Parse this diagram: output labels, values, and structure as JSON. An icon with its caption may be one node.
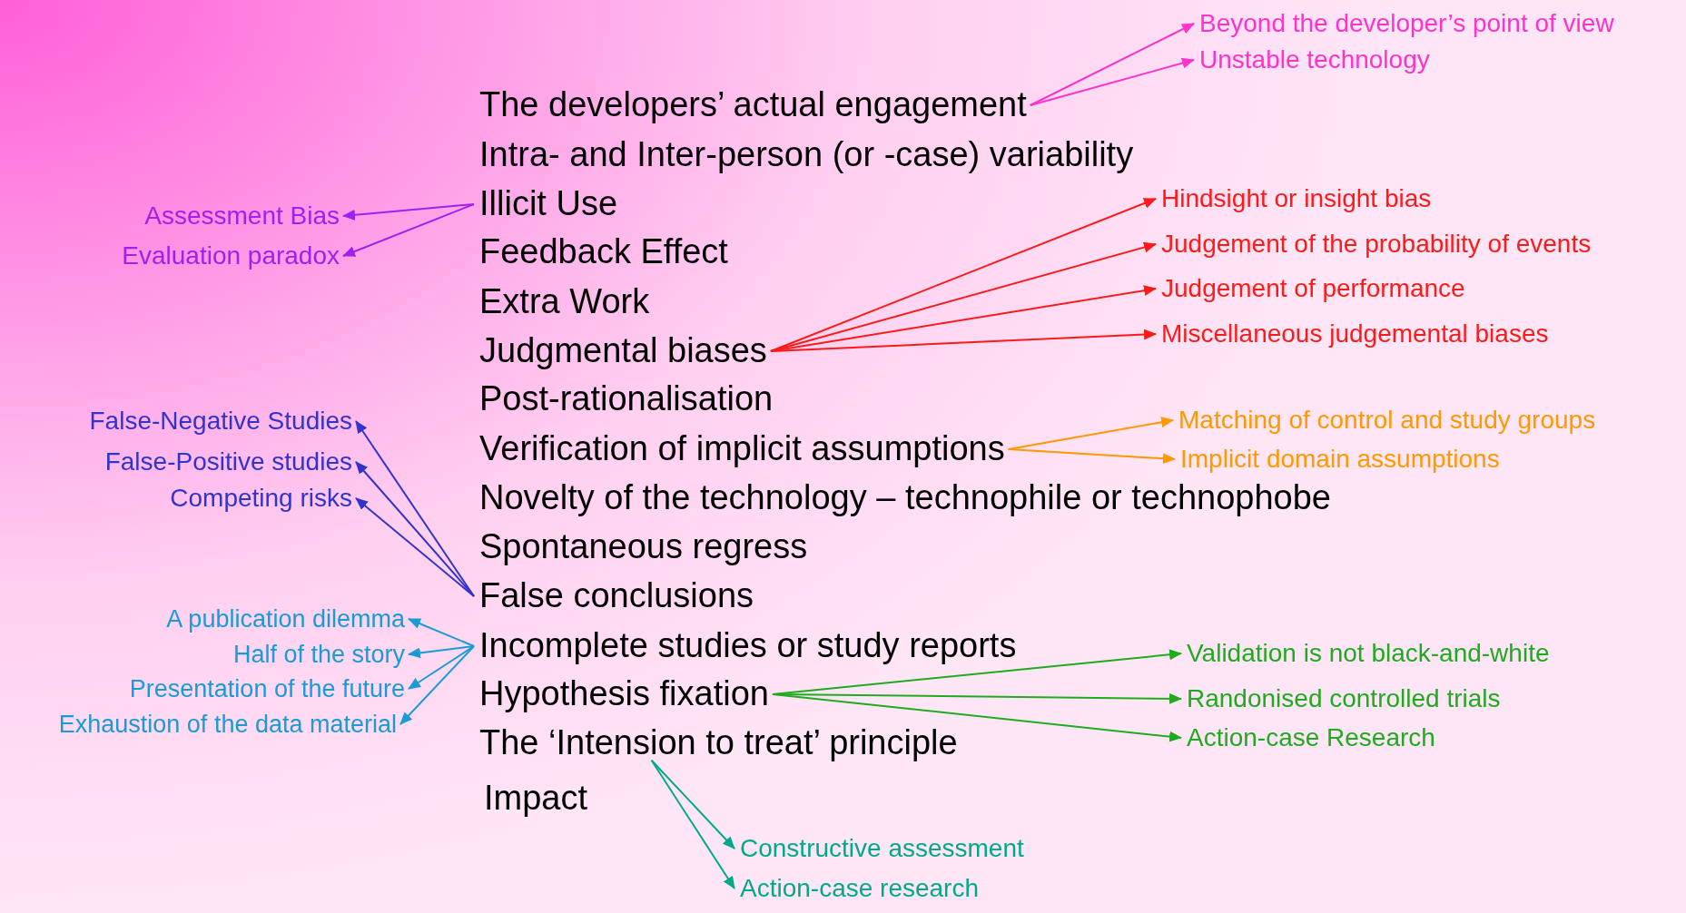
{
  "diagram": {
    "nodes": [
      {
        "text": [
          "The developers’ actual engagement"
        ]
      },
      {
        "text": [
          "Intra- and Inter-person (or -case) variability"
        ]
      },
      {
        "text": [
          "Illicit Use"
        ]
      },
      {
        "text": [
          "Feedback Effect"
        ]
      },
      {
        "text": [
          "Extra Work"
        ]
      },
      {
        "text": [
          "Judgmental biases"
        ]
      },
      {
        "text": [
          "Post-rationalisation"
        ]
      },
      {
        "text": [
          "Verification of implicit assumptions"
        ]
      },
      {
        "text": [
          "Novelty of the technology – technophile or technophobe"
        ]
      },
      {
        "text": [
          "Spontaneous regress"
        ]
      },
      {
        "text": [
          "False conclusions"
        ]
      },
      {
        "text": [
          "Incomplete studies or study reports"
        ]
      },
      {
        "text": [
          "Hypothesis fixation"
        ]
      },
      {
        "text": [
          "The ‘Intension to treat’ principle"
        ]
      },
      {
        "text": [
          "Impact"
        ]
      },
      {
        "text": [
          "Beyond the developer’s point of view"
        ]
      },
      {
        "text": [
          "Unstable technology"
        ]
      },
      {
        "text": [
          "Assessment Bias"
        ]
      },
      {
        "text": [
          "Evaluation paradox"
        ]
      },
      {
        "text": [
          "Hindsight or insight bias"
        ]
      },
      {
        "text": [
          "Judgement of the probability of events"
        ]
      },
      {
        "text": [
          "Judgement of performance"
        ]
      },
      {
        "text": [
          "Miscellaneous judgemental biases"
        ]
      },
      {
        "text": [
          "Matching of control and study groups"
        ]
      },
      {
        "text": [
          "Implicit domain assumptions"
        ]
      },
      {
        "text": [
          "False-Negative Studies"
        ]
      },
      {
        "text": [
          "False-Positive studies"
        ]
      },
      {
        "text": [
          "Competing risks"
        ]
      },
      {
        "text": [
          "A publication dilemma"
        ]
      },
      {
        "text": [
          "Half of the story"
        ]
      },
      {
        "text": [
          "Presentation of the future"
        ]
      },
      {
        "text": [
          "Exhaustion of the data material"
        ]
      },
      {
        "text": [
          "Validation is not black-and-white"
        ]
      },
      {
        "text": [
          "Randonised controlled trials"
        ]
      },
      {
        "text": [
          "Action-case Research"
        ]
      },
      {
        "text": [
          "Constructive assessment"
        ]
      },
      {
        "text": [
          "Action-case research"
        ]
      }
    ],
    "edges": [
      {
        "from": 0,
        "to": 15,
        "arrow": "to",
        "color": "#ff33cc"
      },
      {
        "from": 0,
        "to": 16,
        "arrow": "to",
        "color": "#ff33cc"
      },
      {
        "from": 2,
        "to": 17,
        "arrow": "to",
        "color": "#a020f0"
      },
      {
        "from": 2,
        "to": 18,
        "arrow": "to",
        "color": "#a020f0"
      },
      {
        "from": 5,
        "to": 19,
        "arrow": "to",
        "color": "#ff1a1a"
      },
      {
        "from": 5,
        "to": 20,
        "arrow": "to",
        "color": "#ff1a1a"
      },
      {
        "from": 5,
        "to": 21,
        "arrow": "to",
        "color": "#ff1a1a"
      },
      {
        "from": 5,
        "to": 22,
        "arrow": "to",
        "color": "#ff1a1a"
      },
      {
        "from": 7,
        "to": 23,
        "arrow": "to",
        "color": "#ff9900"
      },
      {
        "from": 7,
        "to": 24,
        "arrow": "to",
        "color": "#ff9900"
      },
      {
        "from": 10,
        "to": 25,
        "arrow": "to",
        "color": "#3333cc"
      },
      {
        "from": 10,
        "to": 26,
        "arrow": "to",
        "color": "#3333cc"
      },
      {
        "from": 10,
        "to": 27,
        "arrow": "to",
        "color": "#3333cc"
      },
      {
        "from": 11,
        "to": 28,
        "arrow": "to",
        "color": "#1a9ad6"
      },
      {
        "from": 11,
        "to": 29,
        "arrow": "to",
        "color": "#1a9ad6"
      },
      {
        "from": 11,
        "to": 30,
        "arrow": "to",
        "color": "#1a9ad6"
      },
      {
        "from": 11,
        "to": 31,
        "arrow": "to",
        "color": "#1a9ad6"
      },
      {
        "from": 12,
        "to": 32,
        "arrow": "to",
        "color": "#1faa1f"
      },
      {
        "from": 12,
        "to": 33,
        "arrow": "to",
        "color": "#1faa1f"
      },
      {
        "from": 12,
        "to": 34,
        "arrow": "to",
        "color": "#1faa1f"
      },
      {
        "from": 13,
        "to": 35,
        "arrow": "to",
        "color": "#00aa88"
      },
      {
        "from": 13,
        "to": 36,
        "arrow": "to",
        "color": "#00aa88"
      }
    ]
  }
}
